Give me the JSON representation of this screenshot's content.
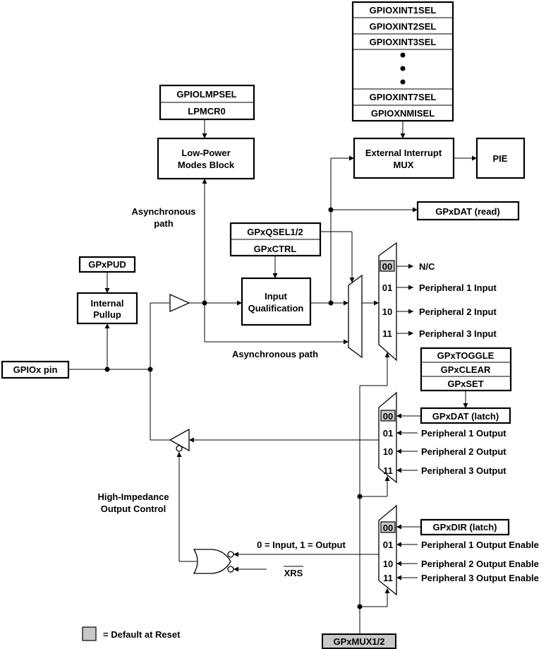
{
  "registers": {
    "gpioxint1sel": "GPIOXINT1SEL",
    "gpioxint2sel": "GPIOXINT2SEL",
    "gpioxint3sel": "GPIOXINT3SEL",
    "gpioxint7sel": "GPIOXINT7SEL",
    "gpioxnmisel": "GPIOXNMISEL",
    "gpiolmpsel": "GPIOLMPSEL",
    "lpmcr0": "LPMCR0",
    "gpxqsel": "GPxQSEL1/2",
    "gpxctrl": "GPxCTRL",
    "gpxpud": "GPxPUD",
    "gpxtoggle": "GPxTOGGLE",
    "gpxclear": "GPxCLEAR",
    "gpxset": "GPxSET",
    "gpxdat_read": "GPxDAT (read)",
    "gpxdat_latch": "GPxDAT (latch)",
    "gpxdir_latch": "GPxDIR (latch)",
    "gpxmux": "GPxMUX1/2"
  },
  "blocks": {
    "lpm_line1": "Low-Power",
    "lpm_line2": "Modes Block",
    "extint_line1": "External Interrupt",
    "extint_line2": "MUX",
    "pie": "PIE",
    "pullup_line1": "Internal",
    "pullup_line2": "Pullup",
    "iq_line1": "Input",
    "iq_line2": "Qualification",
    "gpio_pin": "GPIOx pin"
  },
  "labels": {
    "async_path_line1": "Asynchronous",
    "async_path_line2": "path",
    "async_path_bottom": "Asynchronous path",
    "hiz_line1": "High-Impedance",
    "hiz_line2": "Output Control",
    "dir_note": "0 = Input, 1 = Output",
    "xrs": "XRS",
    "legend": "= Default at Reset"
  },
  "input_mux": {
    "codes": [
      "00",
      "01",
      "10",
      "11"
    ],
    "outputs": [
      "N/C",
      "Peripheral 1 Input",
      "Peripheral 2 Input",
      "Peripheral 3 Input"
    ]
  },
  "output_mux": {
    "codes": [
      "00",
      "01",
      "10",
      "11"
    ],
    "inputs": [
      "GPxDAT (latch)",
      "Peripheral 1 Output",
      "Peripheral 2 Output",
      "Peripheral 3 Output"
    ]
  },
  "dir_mux": {
    "codes": [
      "00",
      "01",
      "10",
      "11"
    ],
    "inputs": [
      "GPxDIR (latch)",
      "Peripheral 1 Output Enable",
      "Peripheral 2 Output Enable",
      "Peripheral 3 Output Enable"
    ]
  },
  "colors": {
    "default_reset_fill": "#c8c8c8",
    "line": "#000000"
  }
}
